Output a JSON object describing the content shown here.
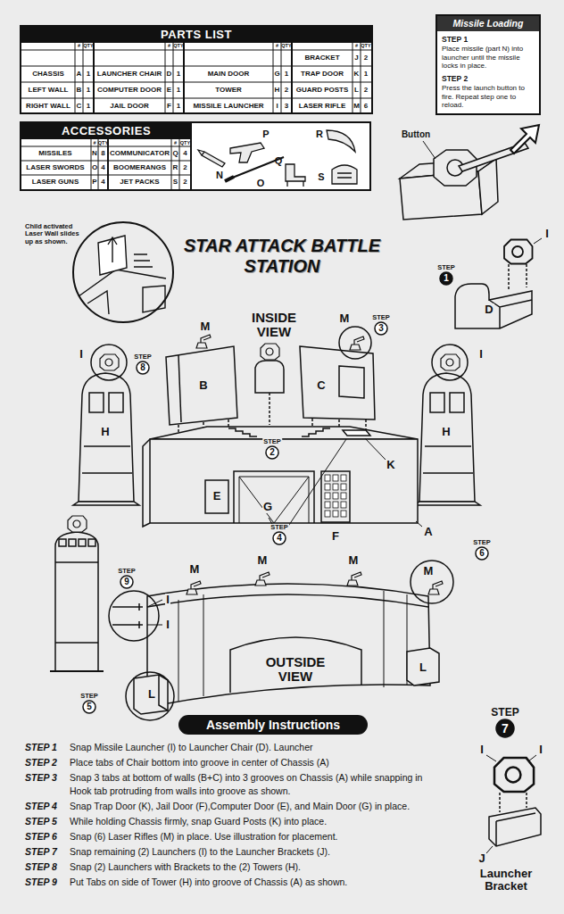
{
  "diagram": {
    "title": "STAR ATTACK BATTLE STATION",
    "nodes": [
      {
        "text": [
          "PARTS LIST"
        ]
      },
      {
        "text": [
          "ACCESSORIES"
        ]
      },
      {
        "text": [
          "Missile Loading",
          "STEP 1",
          "Place missile (part N) into launcher until the missile locks in place.",
          "STEP 2",
          "Press the launch button to fire. Repeat step one to reload."
        ]
      },
      {
        "text": [
          "STEP",
          "1"
        ]
      },
      {
        "text": [
          "STEP",
          "3"
        ]
      },
      {
        "text": [
          "STEP",
          "8"
        ]
      },
      {
        "text": [
          "STEP",
          "2"
        ]
      },
      {
        "text": [
          "STEP",
          "4"
        ]
      },
      {
        "text": [
          "STEP",
          "6"
        ]
      },
      {
        "text": [
          "STEP",
          "9"
        ]
      },
      {
        "text": [
          "STEP",
          "5"
        ]
      },
      {
        "text": [
          "STEP",
          "7"
        ]
      },
      {
        "text": [
          "Assembly Instructions"
        ]
      }
    ],
    "labels": [
      "#",
      "QTY",
      "#",
      "QTY",
      "#",
      "QTY",
      "#",
      "QTY",
      "BRACKET",
      "J",
      "2",
      "CHASSIS",
      "A",
      "1",
      "LAUNCHER CHAIR",
      "D",
      "1",
      "MAIN DOOR",
      "G",
      "1",
      "TRAP DOOR",
      "K",
      "1",
      "LEFT WALL",
      "B",
      "1",
      "COMPUTER DOOR",
      "E",
      "1",
      "TOWER",
      "H",
      "2",
      "GUARD POSTS",
      "L",
      "2",
      "RIGHT WALL",
      "C",
      "1",
      "JAIL DOOR",
      "F",
      "1",
      "MISSILE LAUNCHER",
      "I",
      "3",
      "LASER RIFLE",
      "M",
      "6",
      "#",
      "QTY",
      "#",
      "QTY",
      "MISSILES",
      "N",
      "8",
      "COMMUNICATOR",
      "Q",
      "4",
      "LASER SWORDS",
      "O",
      "4",
      "BOOMERANGS",
      "R",
      "2",
      "LASER GUNS",
      "P",
      "4",
      "JET PACKS",
      "S",
      "2",
      "P",
      "R",
      "N",
      "Q",
      "O",
      "S",
      "Button",
      "Child activated Laser Wall slides up as shown.",
      "I",
      "D",
      "INSIDE VIEW",
      "M",
      "M",
      "I",
      "I",
      "B",
      "C",
      "H",
      "H",
      "K",
      "E",
      "G",
      "F",
      "A",
      "M",
      "M",
      "M",
      "M",
      "I",
      "I",
      "OUTSIDE VIEW",
      "L",
      "L",
      "I",
      "I",
      "J",
      "Launcher Bracket",
      "STEP 1",
      "Snap Missile Launcher (I) to Launcher Chair (D). Launcher",
      "STEP 2",
      "Place tabs of Chair bottom into groove in center of Chassis (A)",
      "STEP 3",
      "Snap 3 tabs at bottom of walls (B+C) into 3 grooves on Chassis (A) while snapping in Hook tab protruding from walls into groove as shown.",
      "STEP 4",
      "Snap Trap Door (K), Jail Door (F),Computer Door (E), and Main Door (G) in place.",
      "STEP 5",
      "While holding Chassis firmly, snap Guard Posts (K) into place.",
      "STEP 6",
      "Snap (6) Laser Rifles (M) in place. Use illustration for placement.",
      "STEP 7",
      "Snap remaining (2) Launchers (I) to the Launcher Brackets (J).",
      "STEP 8",
      "Snap (2) Launchers with Brackets to the (2) Towers (H).",
      "STEP 9",
      "Put Tabs on side of Tower (H) into groove of Chassis (A) as shown."
    ]
  }
}
